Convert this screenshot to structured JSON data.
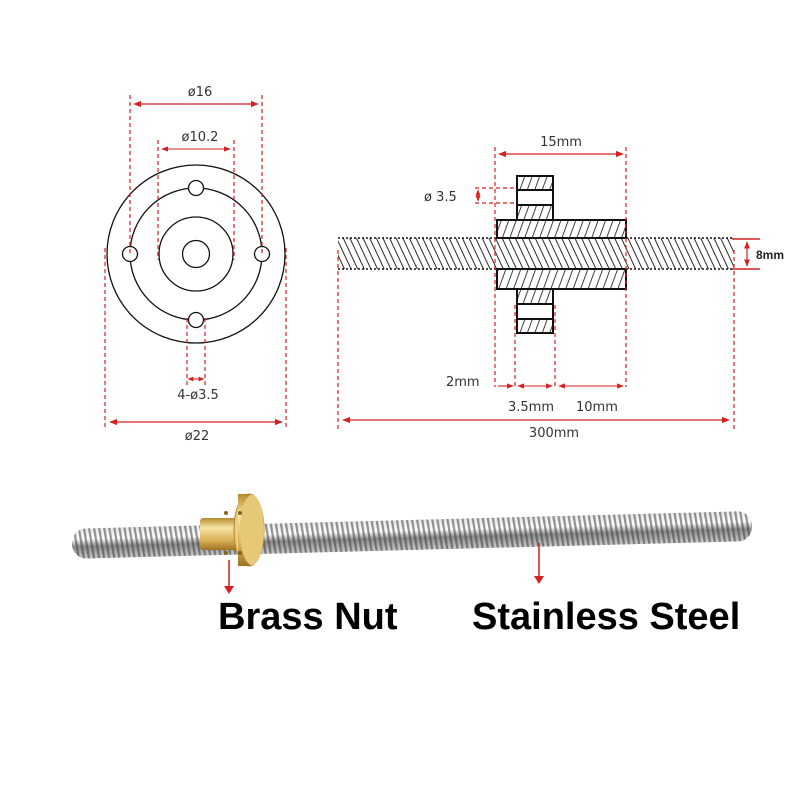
{
  "front_view": {
    "outer_diameter": "ø16",
    "pcd_diameter": "ø10.2",
    "hole_spec": "4-ø3.5",
    "flange_diameter": "ø22"
  },
  "side_view": {
    "nut_length": "15mm",
    "hole_diameter": "ø 3.5",
    "rod_diameter": "8mm",
    "flange_offset": "2mm",
    "flange_thickness": "3.5mm",
    "body_length": "10mm",
    "rod_length": "300mm"
  },
  "photo": {
    "labels": {
      "brass_nut": "Brass Nut",
      "stainless_steel": "Stainless Steel"
    }
  },
  "colors": {
    "dimension_red": "#d42020",
    "outline": "#111111",
    "brass": "#d9b860",
    "steel": "#9a9a9a"
  }
}
